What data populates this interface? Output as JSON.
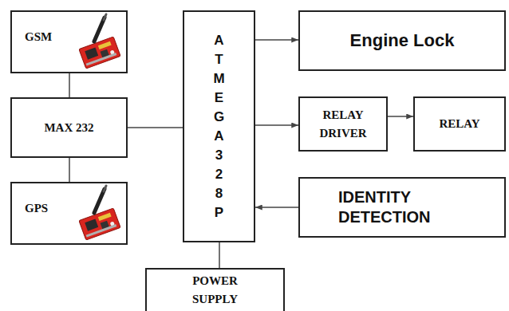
{
  "diagram": {
    "nodes": [
      {
        "text": [
          "GSM"
        ]
      },
      {
        "text": [
          "A T M E G A 3 2 8 P"
        ]
      },
      {
        "text": [
          "Engine Lock"
        ]
      },
      {
        "text": [
          "MAX 232"
        ]
      },
      {
        "text": [
          "RELAY DRIVER"
        ]
      },
      {
        "text": [
          "RELAY"
        ]
      },
      {
        "text": [
          "GPS"
        ]
      },
      {
        "text": [
          "IDENTITY DETECTION"
        ]
      },
      {
        "text": [
          "POWER SUPPLY"
        ]
      }
    ],
    "edges": [
      {
        "from": 0,
        "to": 3,
        "arrow": "none"
      },
      {
        "from": 3,
        "to": 6,
        "arrow": "none"
      },
      {
        "from": 3,
        "to": 1,
        "arrow": "none"
      },
      {
        "from": 1,
        "to": 2,
        "arrow": "to"
      },
      {
        "from": 1,
        "to": 4,
        "arrow": "to"
      },
      {
        "from": 4,
        "to": 5,
        "arrow": "to"
      },
      {
        "from": 7,
        "to": 1,
        "arrow": "to"
      },
      {
        "from": 1,
        "to": 8,
        "arrow": "none"
      }
    ]
  }
}
